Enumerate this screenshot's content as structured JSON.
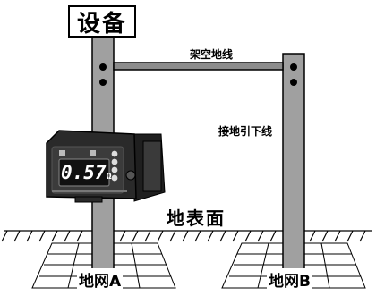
{
  "labels": {
    "sign": "设备",
    "overhead_wire": "架空地线",
    "down_lead": "接地引下线",
    "ground_surface": "地表面",
    "grid_a": "地网A",
    "grid_b": "地网B"
  },
  "meter": {
    "reading": "0.57",
    "unit": "Ω"
  },
  "colors": {
    "pole": "#a0a0a0",
    "wire": "#8c8c8c",
    "meter_body": "#2a2a2a",
    "lcd": "#111111"
  }
}
